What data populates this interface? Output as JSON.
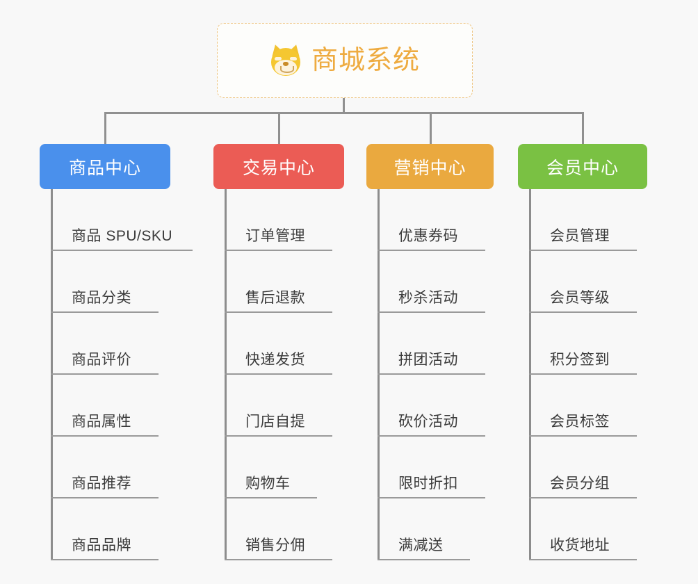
{
  "background_color": "#f8f8f8",
  "root": {
    "title": "商城系统",
    "icon": "shiba-dog-icon",
    "text_color": "#eeab40",
    "border_color": "#eec583"
  },
  "connector_color": "#909090",
  "columns": [
    {
      "id": "product-center",
      "title": "商品中心",
      "color": "#4a90ec",
      "items": [
        "商品 SPU/SKU",
        "商品分类",
        "商品评价",
        "商品属性",
        "商品推荐",
        "商品品牌"
      ]
    },
    {
      "id": "trade-center",
      "title": "交易中心",
      "color": "#eb5c55",
      "items": [
        "订单管理",
        "售后退款",
        "快递发货",
        "门店自提",
        "购物车",
        "销售分佣"
      ]
    },
    {
      "id": "marketing-center",
      "title": "营销中心",
      "color": "#eaa93f",
      "items": [
        "优惠券码",
        "秒杀活动",
        "拼团活动",
        "砍价活动",
        "限时折扣",
        "满减送"
      ]
    },
    {
      "id": "member-center",
      "title": "会员中心",
      "color": "#7ac143",
      "items": [
        "会员管理",
        "会员等级",
        "积分签到",
        "会员标签",
        "会员分组",
        "收货地址"
      ]
    }
  ]
}
